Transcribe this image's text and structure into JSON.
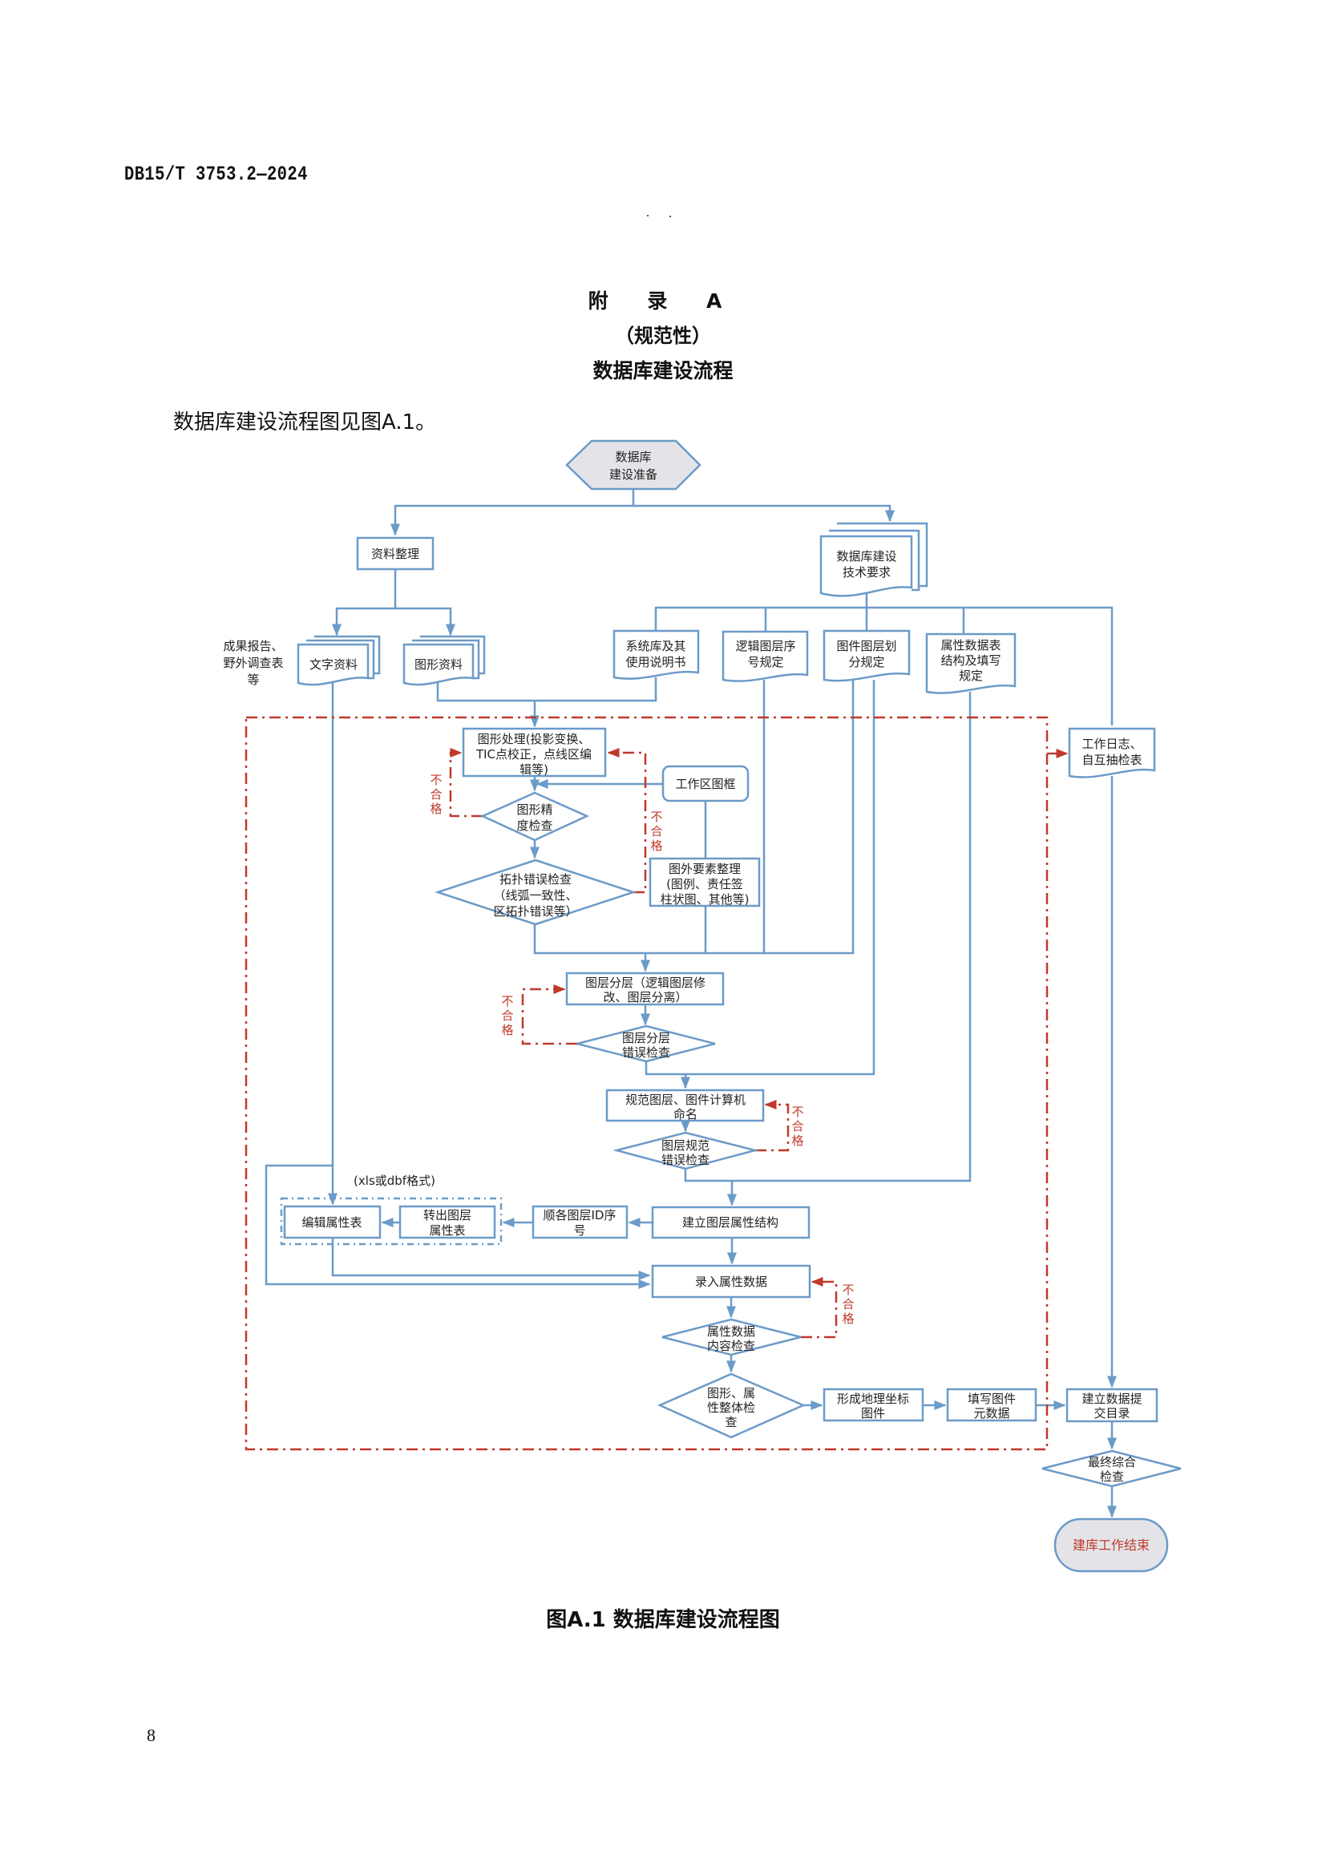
{
  "header": {
    "doc_code": "DB15/T 3753.2—2024"
  },
  "appendix": {
    "label": "附 录 A",
    "normative": "（规范性）",
    "title": "数据库建设流程",
    "intro": "数据库建设流程图见图A.1。"
  },
  "flowchart": {
    "start": [
      "数据库",
      "建设准备"
    ],
    "data_prep": "资料整理",
    "tech_req": [
      "数据库建设",
      "技术要求"
    ],
    "side_note": [
      "成果报告、",
      "野外调查表",
      "等"
    ],
    "text_data": "文字资料",
    "graphic_data": "图形资料",
    "system_lib": [
      "系统库及其",
      "使用说明书"
    ],
    "logic_layer": [
      "逻辑图层序",
      "号规定"
    ],
    "sheet_layer": [
      "图件图层划",
      "分规定"
    ],
    "attr_table": [
      "属性数据表",
      "结构及填写",
      "规定"
    ],
    "work_log": [
      "工作日志、",
      "自互抽检表"
    ],
    "graphic_proc": [
      "图形处理(投影变换、",
      "TIC点校正，点线区编",
      "辑等)"
    ],
    "work_frame": "工作区图框",
    "precision_check": [
      "图形精",
      "度检查"
    ],
    "topo_check": [
      "拓扑错误检查",
      "（线弧一致性、",
      "区拓扑错误等）"
    ],
    "map_elements": [
      "图外要素整理",
      "(图例、责任签",
      "柱状图、其他等)"
    ],
    "layering": [
      "图层分层（逻辑图层修",
      "改、图层分离）"
    ],
    "layer_check": [
      "图层分层",
      "错误检查"
    ],
    "naming": [
      "规范图层、图件计算机",
      "命名"
    ],
    "norm_check": [
      "图层规范",
      "错误检查"
    ],
    "format_note": "(xls或dbf格式)",
    "edit_attr": "编辑属性表",
    "export_attr": [
      "转出图层",
      "属性表"
    ],
    "layer_id": [
      "顺各图层ID序",
      "号"
    ],
    "attr_struct": "建立图层属性结构",
    "input_attr": "录入属性数据",
    "attr_check": [
      "属性数据",
      "内容检查"
    ],
    "overall_check": [
      "图形、属",
      "性整体检",
      "查"
    ],
    "geo_map": [
      "形成地理坐标",
      "图件"
    ],
    "metadata": [
      "填写图件",
      "元数据"
    ],
    "submit_dir": [
      "建立数据提",
      "交目录"
    ],
    "final_check": [
      "最终综合",
      "检查"
    ],
    "end": "建库工作结束",
    "fail_label": [
      "不",
      "合",
      "格"
    ],
    "colors": {
      "line": "#6b9bc8",
      "fail": "#c0392b",
      "terminal_fill": "#e4e4e8"
    }
  },
  "caption": "图A.1 数据库建设流程图",
  "page_number": "8"
}
